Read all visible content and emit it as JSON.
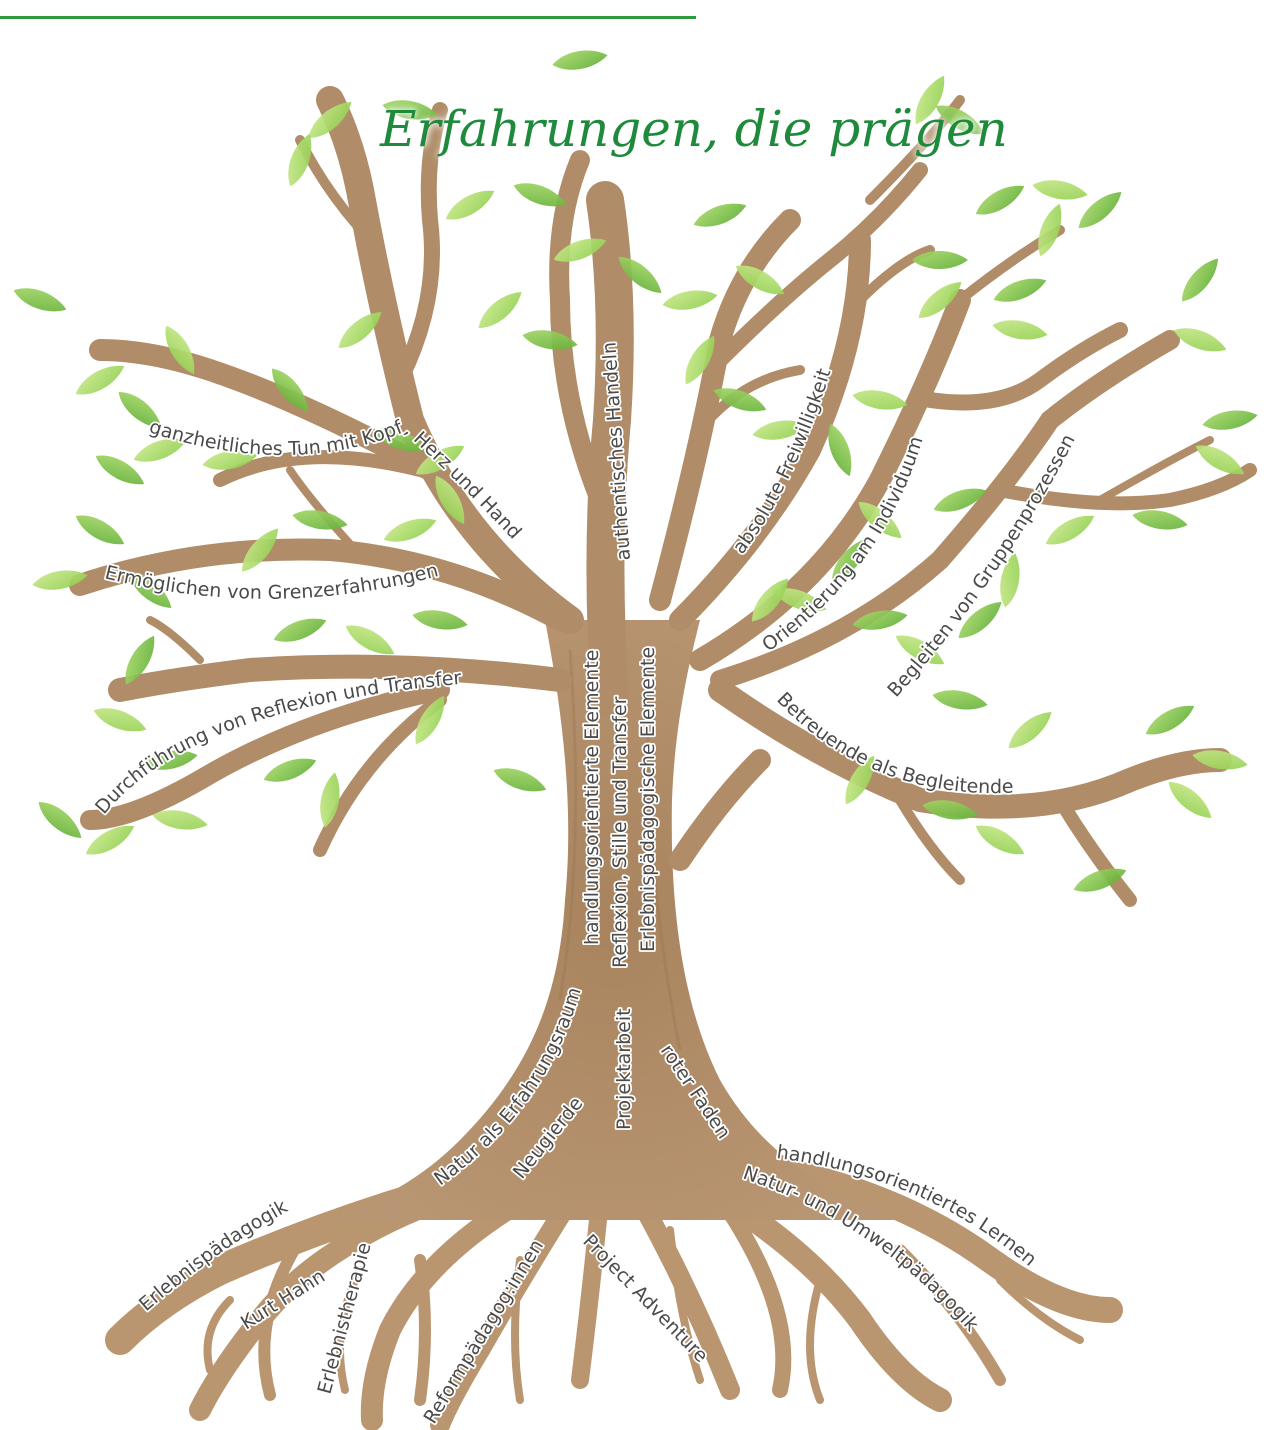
{
  "title": "Erfahrungen, die prägen",
  "colors": {
    "title": "#1f8a3c",
    "rule": "#2e9a3e",
    "bark": "#b08d68",
    "bark_dark": "#9a7552",
    "leaf_light": "#b9df7a",
    "leaf_mid": "#8fcf4e",
    "leaf_dark": "#5fae35",
    "label": "#4a4a4a"
  },
  "labels": {
    "branches": {
      "ganzheitlich": "ganzheitliches Tun mit Kopf, Herz und Hand",
      "grenzen": "Ermöglichen von Grenzerfahrungen",
      "reflexion": "Durchführung von Reflexion und Transfer",
      "authentisch": "authentisches Handeln",
      "freiwillig": "absolute Freiwilligkeit",
      "individuum": "Orientierung am Individuum",
      "gruppen": "Begleiten von Gruppenprozessen",
      "betreuende": "Betreuende als Begleitende"
    },
    "trunk": {
      "handlung": "handlungsorientierte Elemente",
      "stille": "Reflexion, Stille und Transfer",
      "erlebnis": "Erlebnispädagogische Elemente",
      "raum": "Natur als Erfahrungsraum",
      "neugierde": "Neugierde",
      "projekt": "Projektarbeit",
      "faden": "roter Faden"
    },
    "roots": {
      "ep": "Erlebnispädagogik",
      "hahn": "Kurt Hahn",
      "therapie": "Erlebnistherapie",
      "reform": "Reformpädagog:innen",
      "adventure": "Project Adventure",
      "umwelt": "Natur- und Umweltpädagogik",
      "lernen": "handlungsorientiertes Lernen"
    }
  }
}
